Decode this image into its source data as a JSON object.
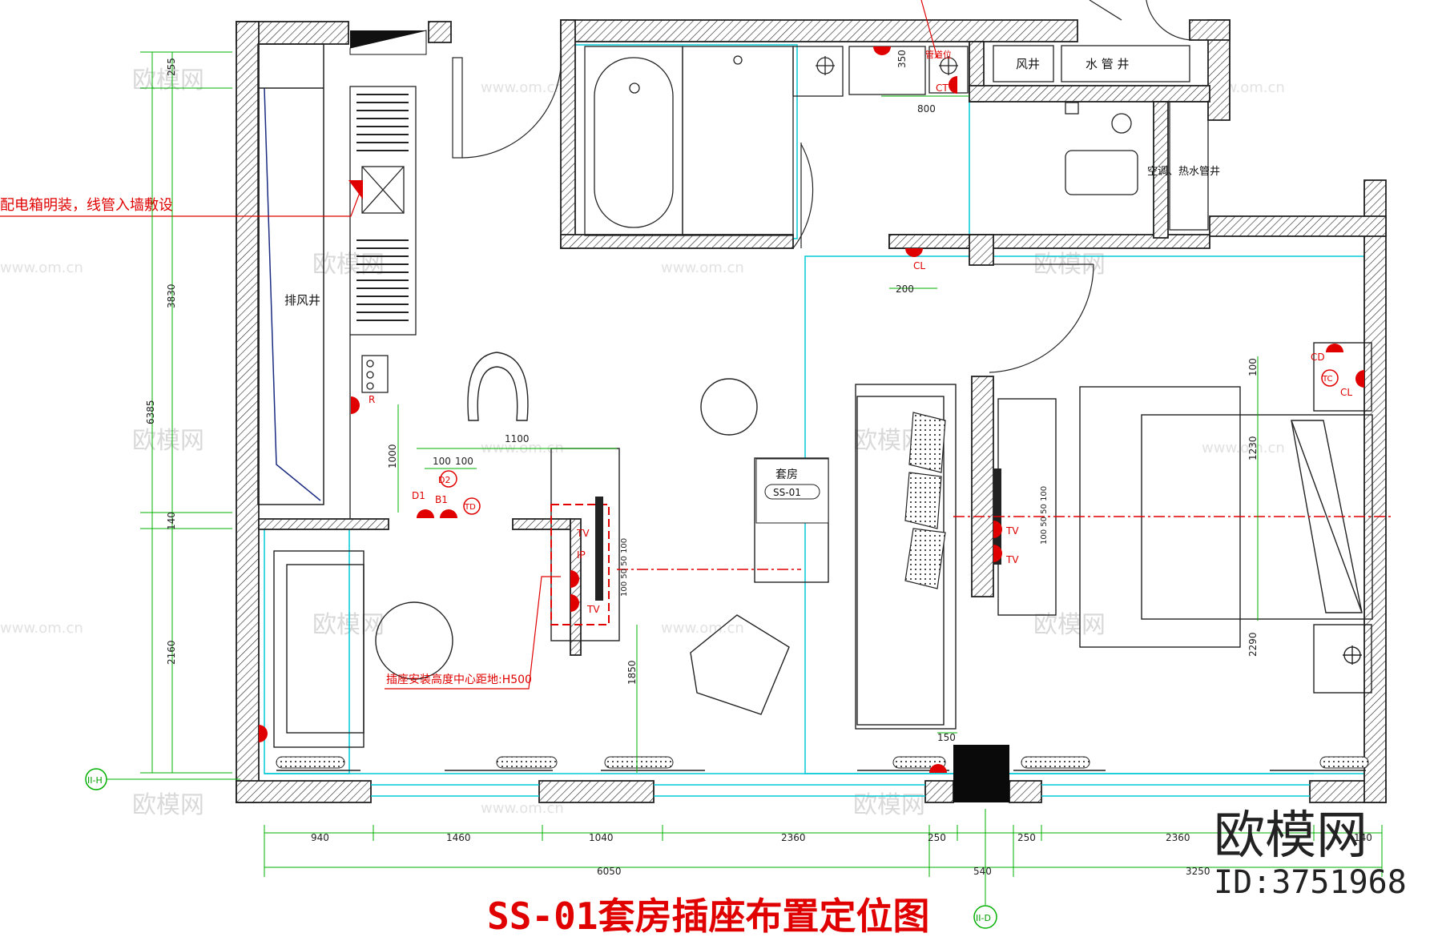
{
  "title": "SS-01套房插座布置定位图",
  "brand": {
    "name": "欧模网",
    "id": "ID:3751968",
    "watermark": "欧模网",
    "watermark_url": "www.om.cn"
  },
  "annotations": {
    "panel_note": "配电箱明装，线管入墙敷设",
    "socket_height_note": "插座安装高度中心距地:H500",
    "exhaust_shaft": "排风井",
    "air_shaft": "风井",
    "water_shaft": "水 管 井",
    "hvac_shaft": "空调、热水管井",
    "room_name": "套房",
    "room_code": "SS-01",
    "axis_left": "II-H",
    "axis_bottom": "II-D"
  },
  "sockets": {
    "r": "R",
    "d1": "D1",
    "b1": "B1",
    "td": "TD",
    "d2": "D2",
    "tv1": "TV",
    "ip": "IP",
    "tv2": "TV",
    "tv3": "TV",
    "tv4": "TV",
    "cl1": "CL",
    "cd": "CD",
    "tc": "TC",
    "cl2": "CL",
    "ct": "CT",
    "tip": "管道位"
  },
  "dims_left": [
    "255",
    "3830",
    "6385",
    "140",
    "2160"
  ],
  "dims_bottom_top": [
    "940",
    "1460",
    "1040",
    "2360",
    "250",
    "250",
    "2360",
    "140"
  ],
  "dims_bottom_total": [
    "6050",
    "540",
    "3250"
  ],
  "dims_inner": {
    "d1100": "1100",
    "d1000": "1000",
    "d100a": "100",
    "d100b": "100",
    "d1850": "1850",
    "d800": "800",
    "d350": "350",
    "d200": "200",
    "d150": "150",
    "d100r": "100",
    "d1230": "1230",
    "d2290": "2290",
    "tv_left": "100 50 50 100",
    "tv_right": "100 50 50 100"
  },
  "colors": {
    "wall": "#222222",
    "socket": "#e00000",
    "guide": "#00c8d8",
    "axis": "#00b000"
  }
}
